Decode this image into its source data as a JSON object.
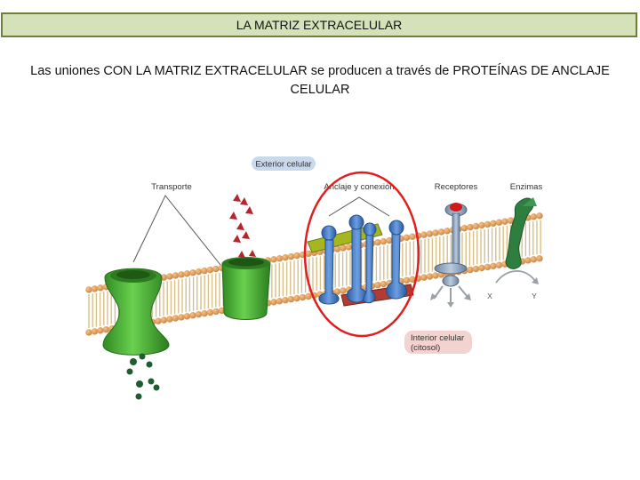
{
  "slide": {
    "title": "LA MATRIZ EXTRACELULAR",
    "subtitle": "Las uniones  CON LA MATRIZ EXTRACELULAR se producen a través de PROTEÍNAS  DE ANCLAJE CELULAR"
  },
  "figure": {
    "labels": {
      "exterior": "Exterior celular",
      "transport": "Transporte",
      "anchoring": "Anclaje y conexión",
      "receptors": "Receptores",
      "enzymes": "Enzimas",
      "interior_line1": "Interior celular",
      "interior_line2": "(citosol)",
      "x": "X",
      "y": "Y"
    },
    "colors": {
      "membrane_head": "#e2a15c",
      "membrane_tail": "#d9c08a",
      "transport_protein": "#4db33a",
      "anchor_protein": "#3f78c2",
      "highlight_ring": "#e01e1e",
      "exterior_label_bg": "#c9d8ea",
      "interior_label_bg": "#f2d3d0"
    }
  }
}
